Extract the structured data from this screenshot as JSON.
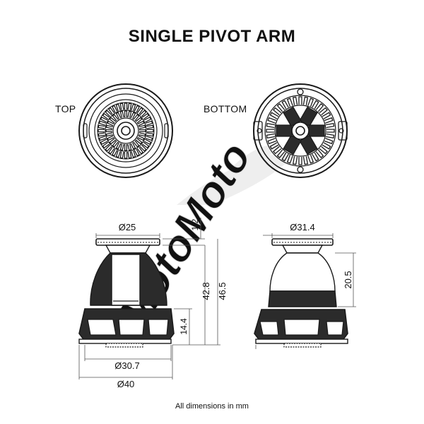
{
  "title": "SINGLE PIVOT ARM",
  "views": {
    "top_label": "TOP",
    "bottom_label": "BOTTOM"
  },
  "dimensions": {
    "top_diameter": "Ø25",
    "lip_height": "1.2",
    "total_height_inner": "42.8",
    "total_height": "46.5",
    "base_height": "14.4",
    "base_inner_diameter": "Ø30.7",
    "base_diameter": "Ø40",
    "right_top_diameter": "Ø31.4",
    "right_upper_height": "20.5"
  },
  "watermark": "MotoMoto",
  "footnote": "All dimensions in mm",
  "colors": {
    "line": "#1a1a1a",
    "dimension": "#555555",
    "fill_dark": "#2b2b2b",
    "fill_light": "#ffffff",
    "watermark": "#e9e9e9"
  }
}
